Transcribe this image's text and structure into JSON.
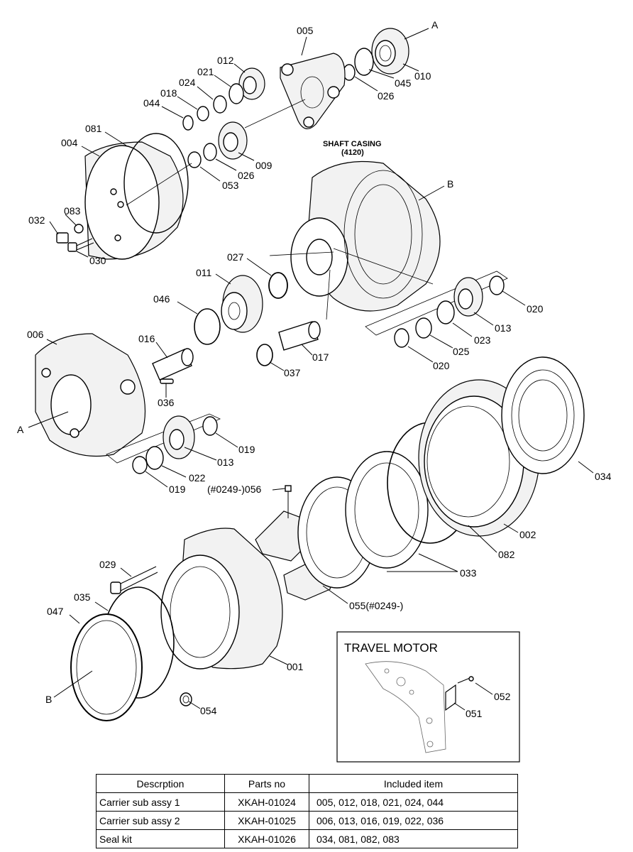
{
  "labels": {
    "l005": "005",
    "lA1": "A",
    "l012": "012",
    "l021": "021",
    "l024": "024",
    "l018": "018",
    "l044": "044",
    "l045": "045",
    "l010": "010",
    "l026a": "026",
    "l081": "081",
    "l004": "004",
    "l009": "009",
    "l026b": "026",
    "l053": "053",
    "shaft1": "SHAFT CASING",
    "shaft2": "(4120)",
    "lB1": "B",
    "l083": "083",
    "l032": "032",
    "l030": "030",
    "l027": "027",
    "l011": "011",
    "l046": "046",
    "l020a": "020",
    "l013a": "013",
    "l023": "023",
    "l025": "025",
    "l020b": "020",
    "l006": "006",
    "l016": "016",
    "l017": "017",
    "l037": "037",
    "l036": "036",
    "lA2": "A",
    "l013b": "013",
    "l019a": "019",
    "l022": "022",
    "l019b": "019",
    "l056": "(#0249-)056",
    "l034": "034",
    "l002": "002",
    "l082": "082",
    "l033": "033",
    "l055": "055(#0249-)",
    "l029": "029",
    "l035": "035",
    "l047": "047",
    "l001": "001",
    "lB2": "B",
    "l054": "054",
    "inset_title": "TRAVEL MOTOR",
    "l052": "052",
    "l051": "051"
  },
  "table": {
    "headers": [
      "Descrption",
      "Parts no",
      "Included item"
    ],
    "rows": [
      [
        "Carrier sub assy 1",
        "XKAH-01024",
        "005, 012,  018,  021, 024, 044"
      ],
      [
        "Carrier sub assy 2",
        "XKAH-01025",
        "006, 013, 016, 019, 022, 036"
      ],
      [
        "Seal kit",
        "XKAH-01026",
        "034, 081, 082, 083"
      ]
    ]
  }
}
